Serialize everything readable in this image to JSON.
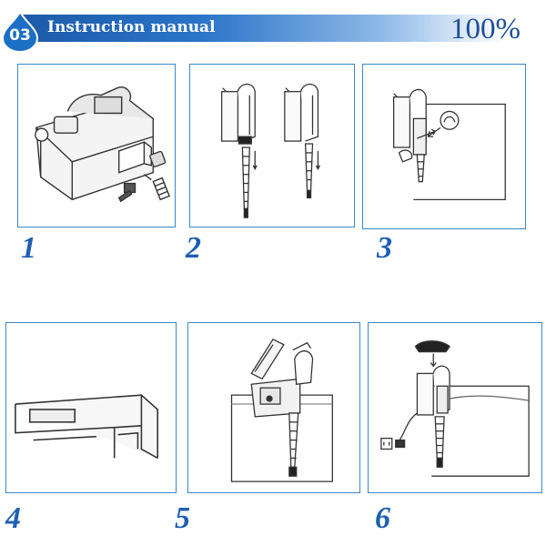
{
  "header": {
    "badge_number": "03",
    "title": "Instruction manual",
    "percent": "100%"
  },
  "colors": {
    "brand_blue": "#1b5aa8",
    "panel_border": "#3b88c9",
    "step_number": "#1e5fb2"
  },
  "steps": [
    {
      "number": "1"
    },
    {
      "number": "2"
    },
    {
      "number": "3"
    },
    {
      "number": "4"
    },
    {
      "number": "5"
    },
    {
      "number": "6"
    }
  ]
}
